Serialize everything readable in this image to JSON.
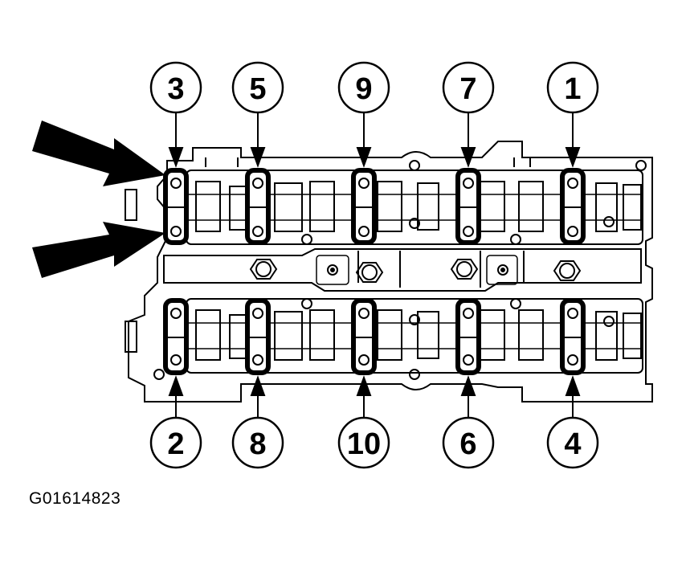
{
  "figure_id": "G01614823",
  "top_callouts": [
    "3",
    "5",
    "9",
    "7",
    "1"
  ],
  "bottom_callouts": [
    "2",
    "8",
    "10",
    "6",
    "4"
  ],
  "colors": {
    "ink": "#000000",
    "paper": "#ffffff"
  }
}
